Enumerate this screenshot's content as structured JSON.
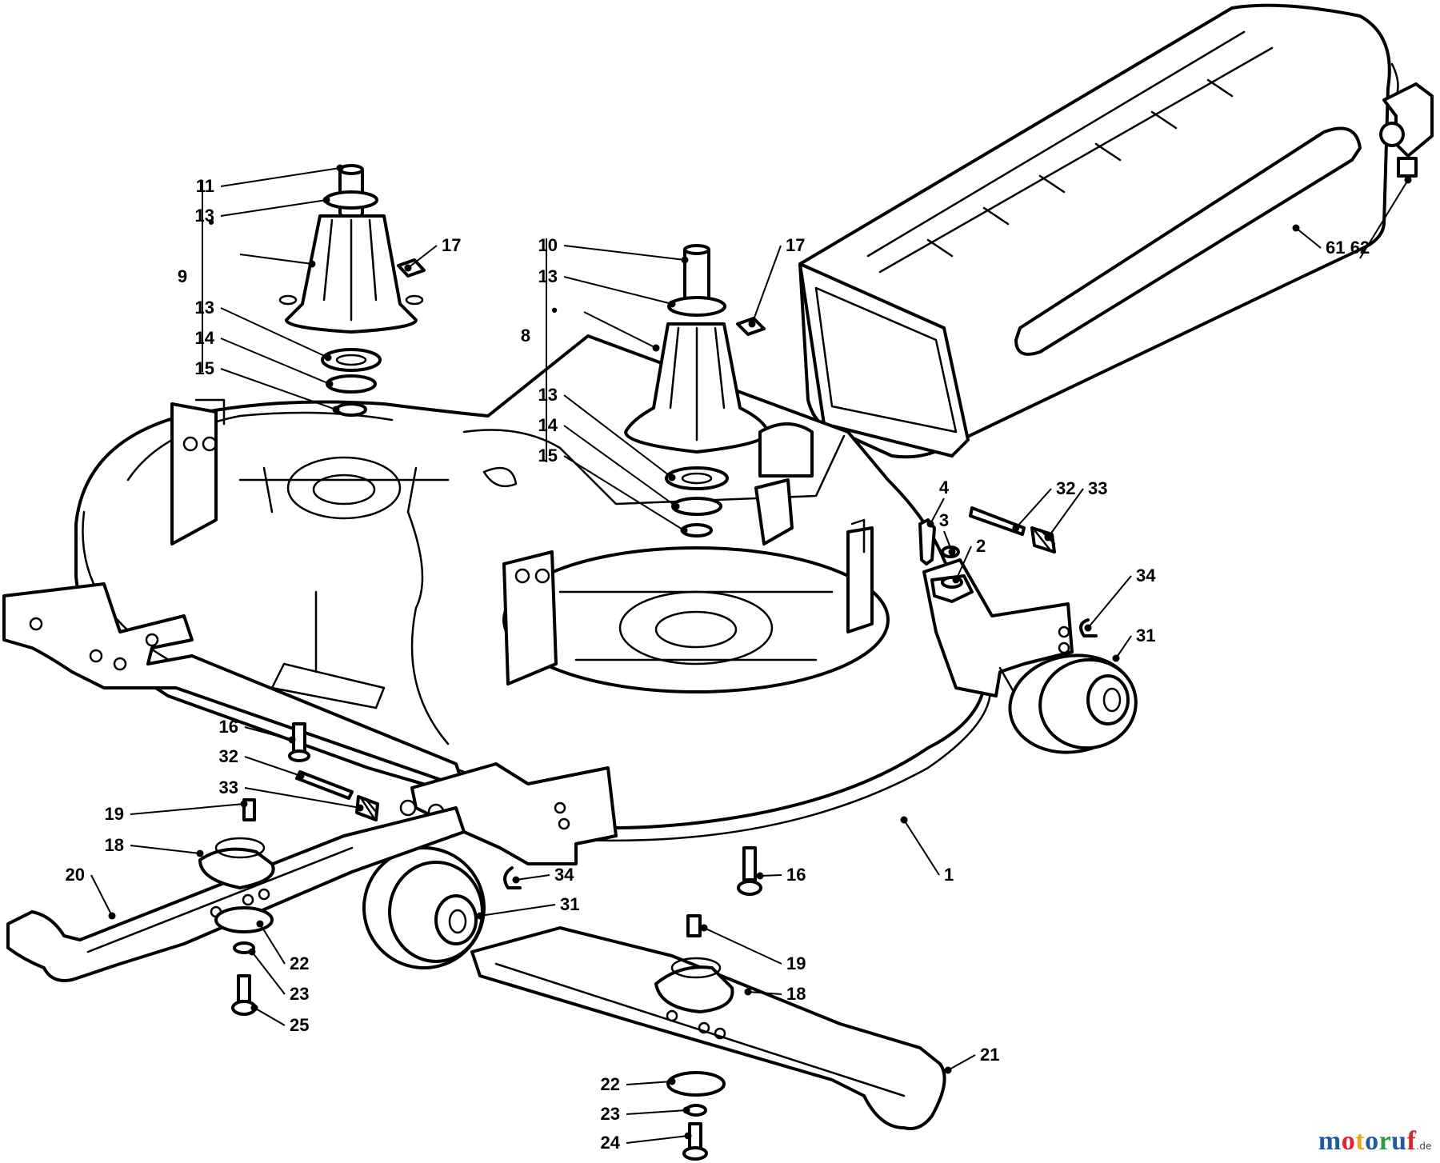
{
  "callouts": [
    {
      "id": "c11a",
      "text": "11"
    },
    {
      "id": "c13a",
      "text": "13"
    },
    {
      "id": "c17a",
      "text": "17"
    },
    {
      "id": "c13b",
      "text": "13"
    },
    {
      "id": "c14a",
      "text": "14"
    },
    {
      "id": "c15a",
      "text": "15"
    },
    {
      "id": "c9",
      "text": "9"
    },
    {
      "id": "c10",
      "text": "10"
    },
    {
      "id": "c13c",
      "text": "13"
    },
    {
      "id": "c17b",
      "text": "17"
    },
    {
      "id": "c8",
      "text": "8"
    },
    {
      "id": "c13d",
      "text": "13"
    },
    {
      "id": "c14b",
      "text": "14"
    },
    {
      "id": "c15b",
      "text": "15"
    },
    {
      "id": "c61",
      "text": "61"
    },
    {
      "id": "c62",
      "text": "62"
    },
    {
      "id": "c4",
      "text": "4"
    },
    {
      "id": "c3",
      "text": "3"
    },
    {
      "id": "c2",
      "text": "2"
    },
    {
      "id": "c32a",
      "text": "32"
    },
    {
      "id": "c33a",
      "text": "33"
    },
    {
      "id": "c34a",
      "text": "34"
    },
    {
      "id": "c31a",
      "text": "31"
    },
    {
      "id": "c16a",
      "text": "16"
    },
    {
      "id": "c32b",
      "text": "32"
    },
    {
      "id": "c33b",
      "text": "33"
    },
    {
      "id": "c19a",
      "text": "19"
    },
    {
      "id": "c18a",
      "text": "18"
    },
    {
      "id": "c20",
      "text": "20"
    },
    {
      "id": "c34b",
      "text": "34"
    },
    {
      "id": "c16b",
      "text": "16"
    },
    {
      "id": "c1",
      "text": "1"
    },
    {
      "id": "c31b",
      "text": "31"
    },
    {
      "id": "c22a",
      "text": "22"
    },
    {
      "id": "c23a",
      "text": "23"
    },
    {
      "id": "c25",
      "text": "25"
    },
    {
      "id": "c19b",
      "text": "19"
    },
    {
      "id": "c18b",
      "text": "18"
    },
    {
      "id": "c21",
      "text": "21"
    },
    {
      "id": "c22b",
      "text": "22"
    },
    {
      "id": "c23b",
      "text": "23"
    },
    {
      "id": "c24",
      "text": "24"
    }
  ],
  "bullets": [
    "•",
    "•"
  ],
  "watermark": {
    "letters": [
      {
        "ch": "m",
        "color": "#1f5aa6"
      },
      {
        "ch": "o",
        "color": "#e2232a"
      },
      {
        "ch": "t",
        "color": "#f5a21b"
      },
      {
        "ch": "o",
        "color": "#1f5aa6"
      },
      {
        "ch": "r",
        "color": "#2e9a3b"
      },
      {
        "ch": "u",
        "color": "#1f5aa6"
      },
      {
        "ch": "f",
        "color": "#e2232a"
      }
    ],
    "suffix": ".de"
  }
}
